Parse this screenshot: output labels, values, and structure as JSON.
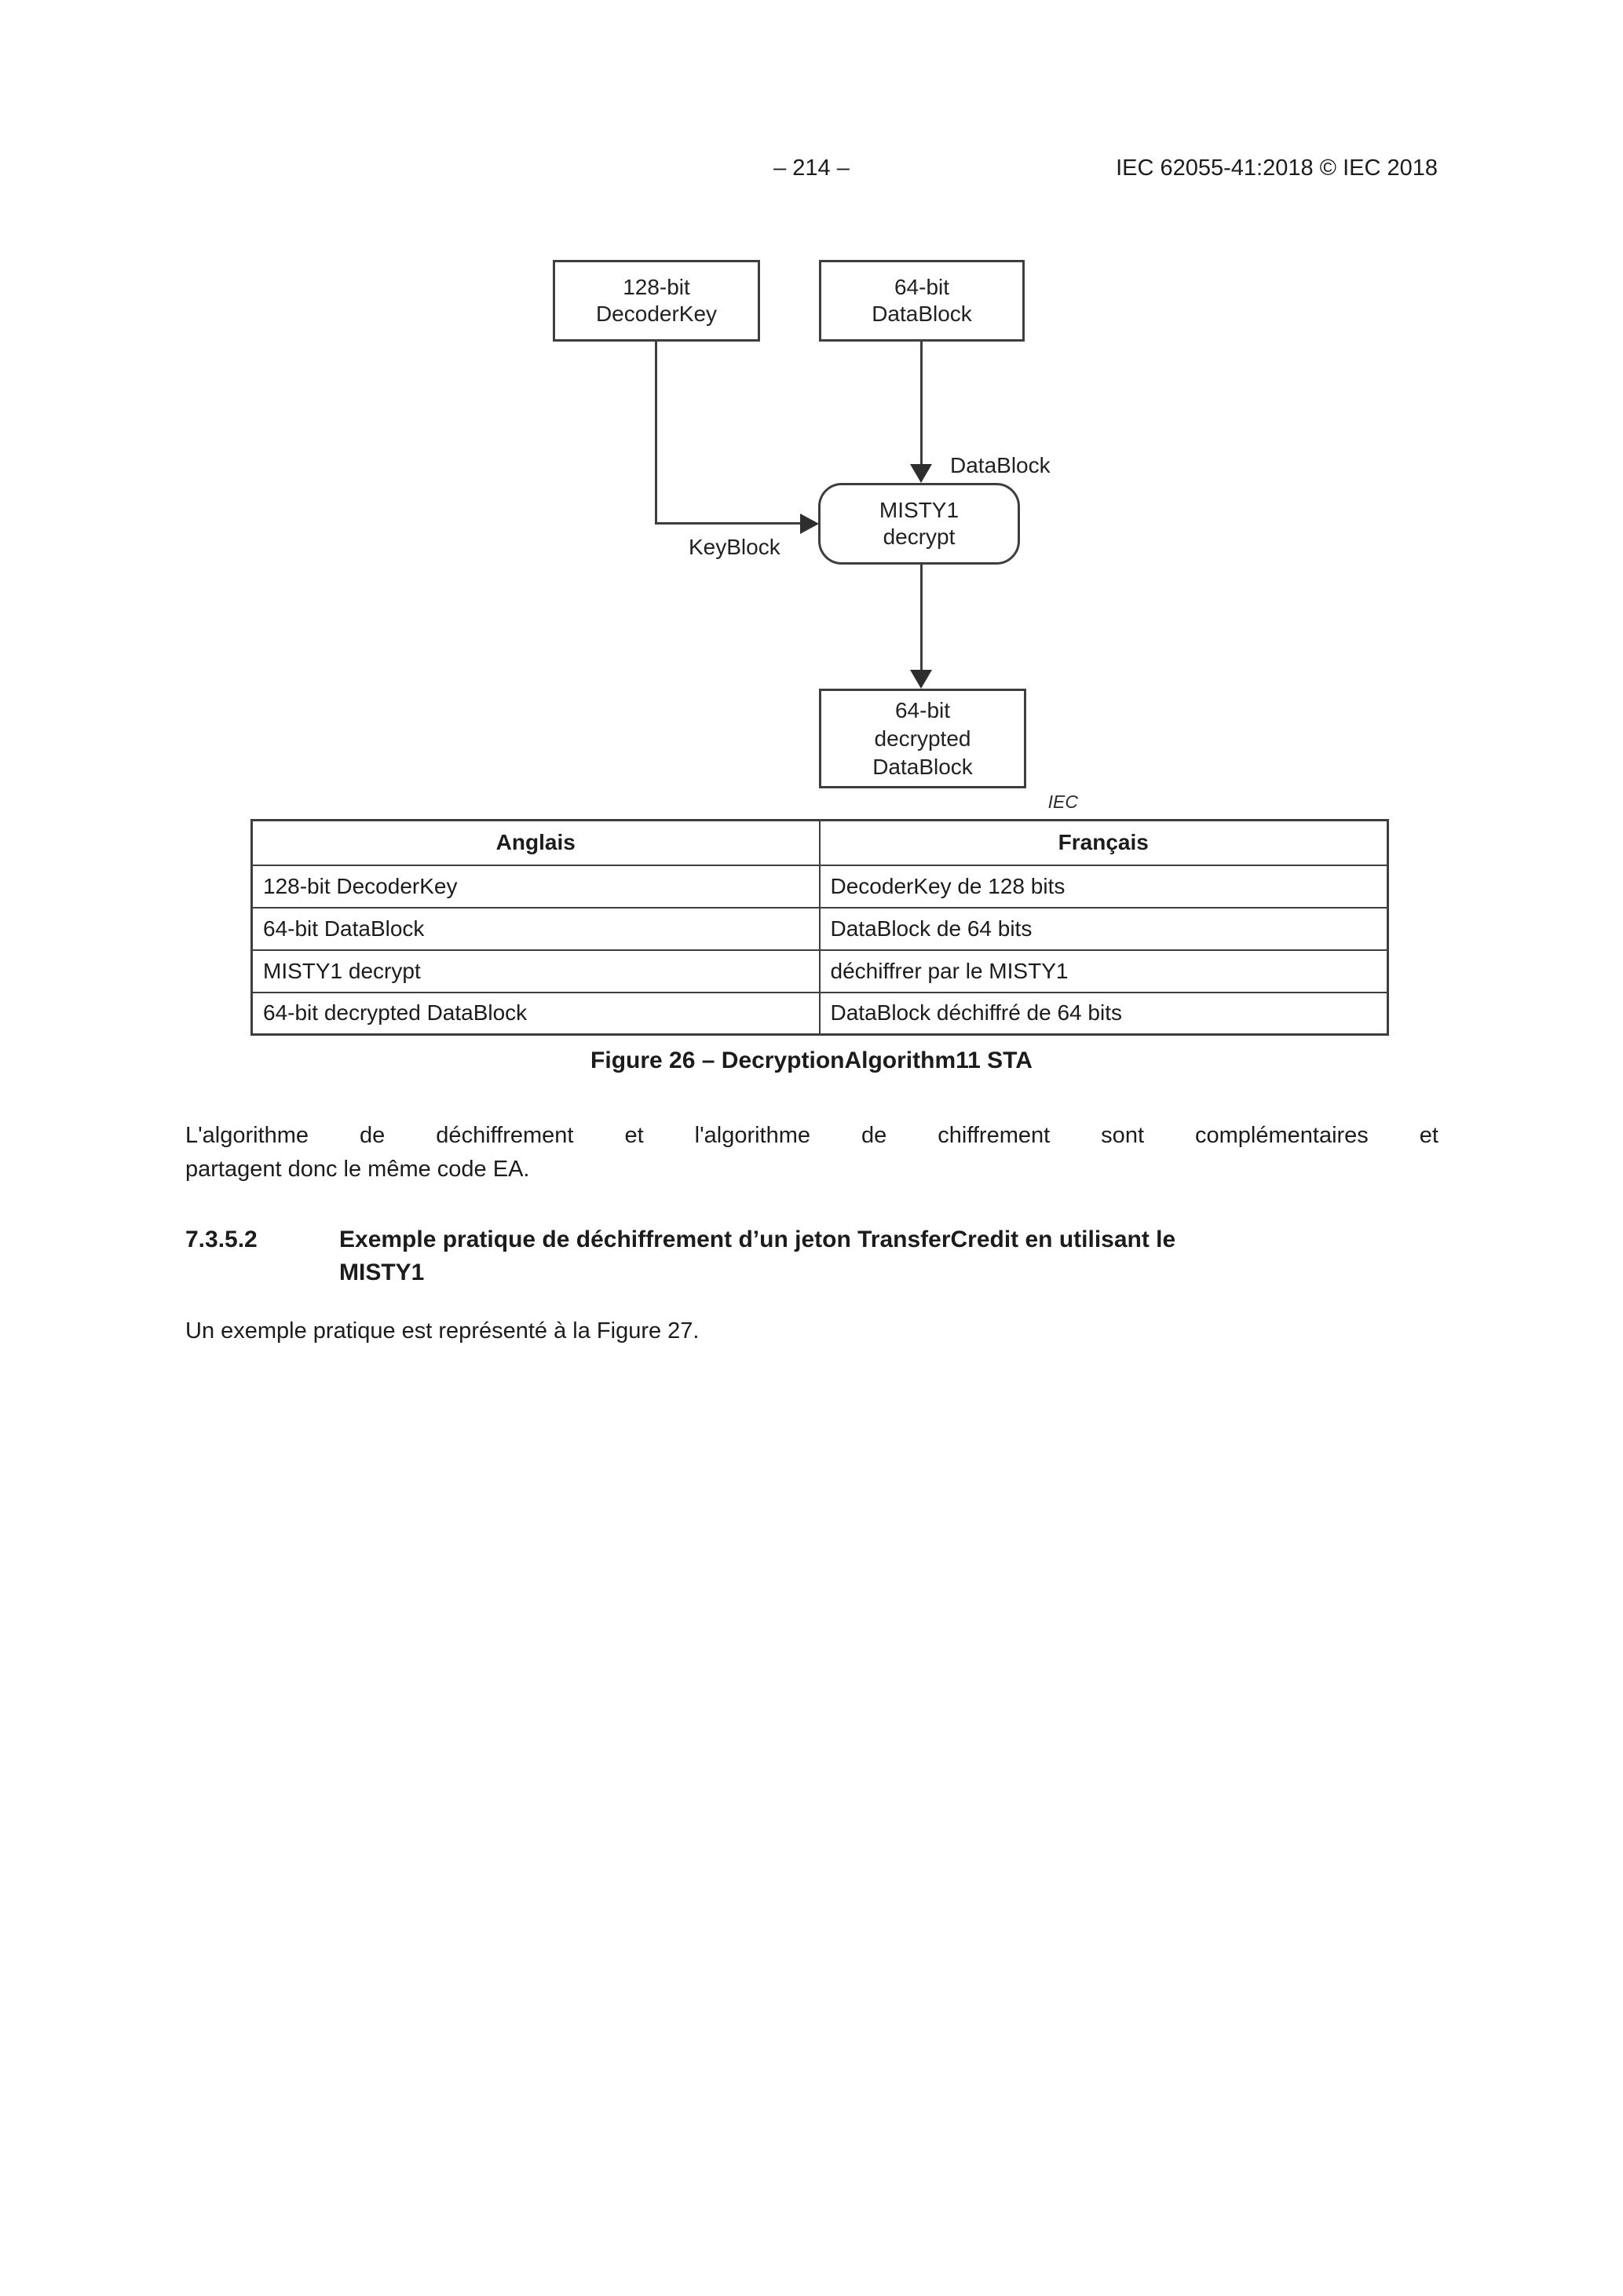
{
  "header": {
    "page_number": "– 214 –",
    "doc_ref": "IEC 62055-41:2018 © IEC 2018"
  },
  "figure": {
    "boxes": {
      "decoder_key": [
        "128-bit",
        "DecoderKey"
      ],
      "datablock": [
        "64-bit",
        "DataBlock"
      ],
      "misty": [
        "MISTY1",
        "decrypt"
      ],
      "decrypted": [
        "64-bit",
        "decrypted",
        "DataBlock"
      ]
    },
    "labels": {
      "datablock": "DataBlock",
      "keyblock": "KeyBlock",
      "iec": "IEC"
    },
    "caption": "Figure 26 – DecryptionAlgorithm11 STA"
  },
  "table": {
    "col_headers": {
      "en": "Anglais",
      "fr": "Français"
    },
    "rows": [
      {
        "en": "128-bit DecoderKey",
        "fr": "DecoderKey de 128 bits"
      },
      {
        "en": "64-bit DataBlock",
        "fr": "DataBlock de 64 bits"
      },
      {
        "en": "MISTY1 decrypt",
        "fr": "déchiffrer par le MISTY1"
      },
      {
        "en": "64-bit decrypted DataBlock",
        "fr": "DataBlock déchiffré de 64 bits"
      }
    ]
  },
  "body": {
    "p1_line1": "L'algorithme de déchiffrement et l'algorithme de chiffrement sont complémentaires et",
    "p1_line2": "partagent donc le même code EA.",
    "section_number": "7.3.5.2",
    "section_title_line1": "Exemple pratique de déchiffrement d’un jeton TransferCredit en utilisant le",
    "section_title_line2": "MISTY1",
    "p2": "Un exemple pratique est représenté à la Figure 27."
  }
}
